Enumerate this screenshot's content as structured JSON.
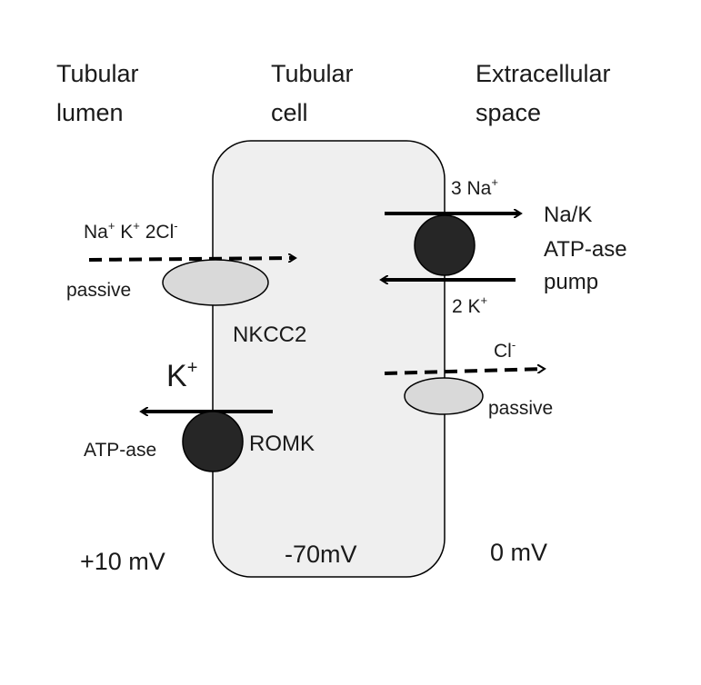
{
  "headers": {
    "lumen_line1": "Tubular",
    "lumen_line2": "lumen",
    "cell_line1": "Tubular",
    "cell_line2": "cell",
    "extra_line1": "Extracellular",
    "extra_line2": "space"
  },
  "nkcc2": {
    "ions_na": "Na",
    "ions_plus1": "+",
    "ions_k": " K",
    "ions_plus2": "+",
    "ions_cl": " 2Cl",
    "ions_minus": "-",
    "mode": "passive",
    "name": "NKCC2"
  },
  "romk": {
    "ion": "K",
    "ion_sup": "+",
    "mode": "ATP-ase",
    "name": "ROMK"
  },
  "pump": {
    "na_in": "3 Na",
    "na_sup": "+",
    "k_out": "2 K",
    "k_sup": "+",
    "name_line1": "Na/K",
    "name_line2": "ATP-ase",
    "name_line3": "pump"
  },
  "chloride": {
    "ion": "Cl",
    "ion_sup": "-",
    "mode": "passive"
  },
  "potentials": {
    "lumen": "+10 mV",
    "cell": "-70mV",
    "extracellular": "0 mV"
  },
  "colors": {
    "cell_fill": "#efefef",
    "transporter_light": "#d9d9d9",
    "transporter_dark": "#262626",
    "stroke": "#000000"
  }
}
